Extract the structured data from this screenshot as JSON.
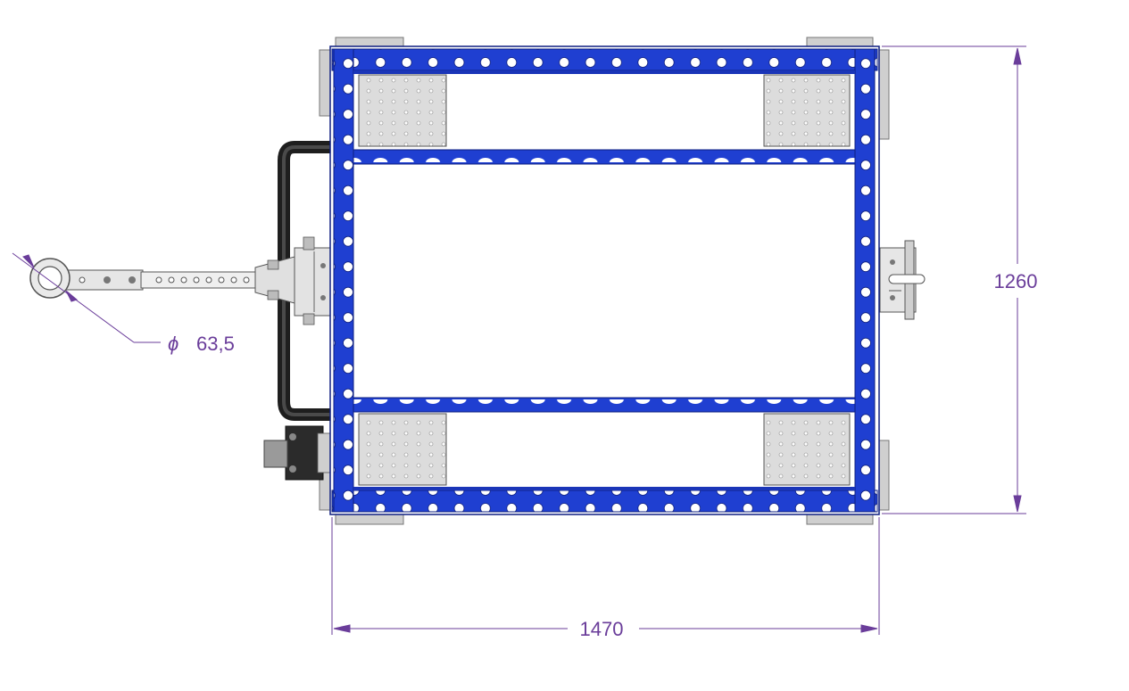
{
  "dimensions": {
    "width_label": "1470",
    "height_label": "1260",
    "eye_diameter_symbol": "ϕ",
    "eye_diameter_label": "63,5"
  },
  "colors": {
    "frame_blue": "#1f3fd1",
    "frame_dark": "#122a99",
    "dimension_line": "#6a3d9a",
    "steel": "#d6d6d6",
    "handle": "#2a2a2a"
  },
  "parts": {
    "frame": "tubular-frame",
    "corner_plates": "caster-mounting-plates",
    "handle": "tow-handle",
    "towbar": "tow-bar-with-eye",
    "coupler": "rear-coupler-pin",
    "brake": "brake-unit"
  }
}
